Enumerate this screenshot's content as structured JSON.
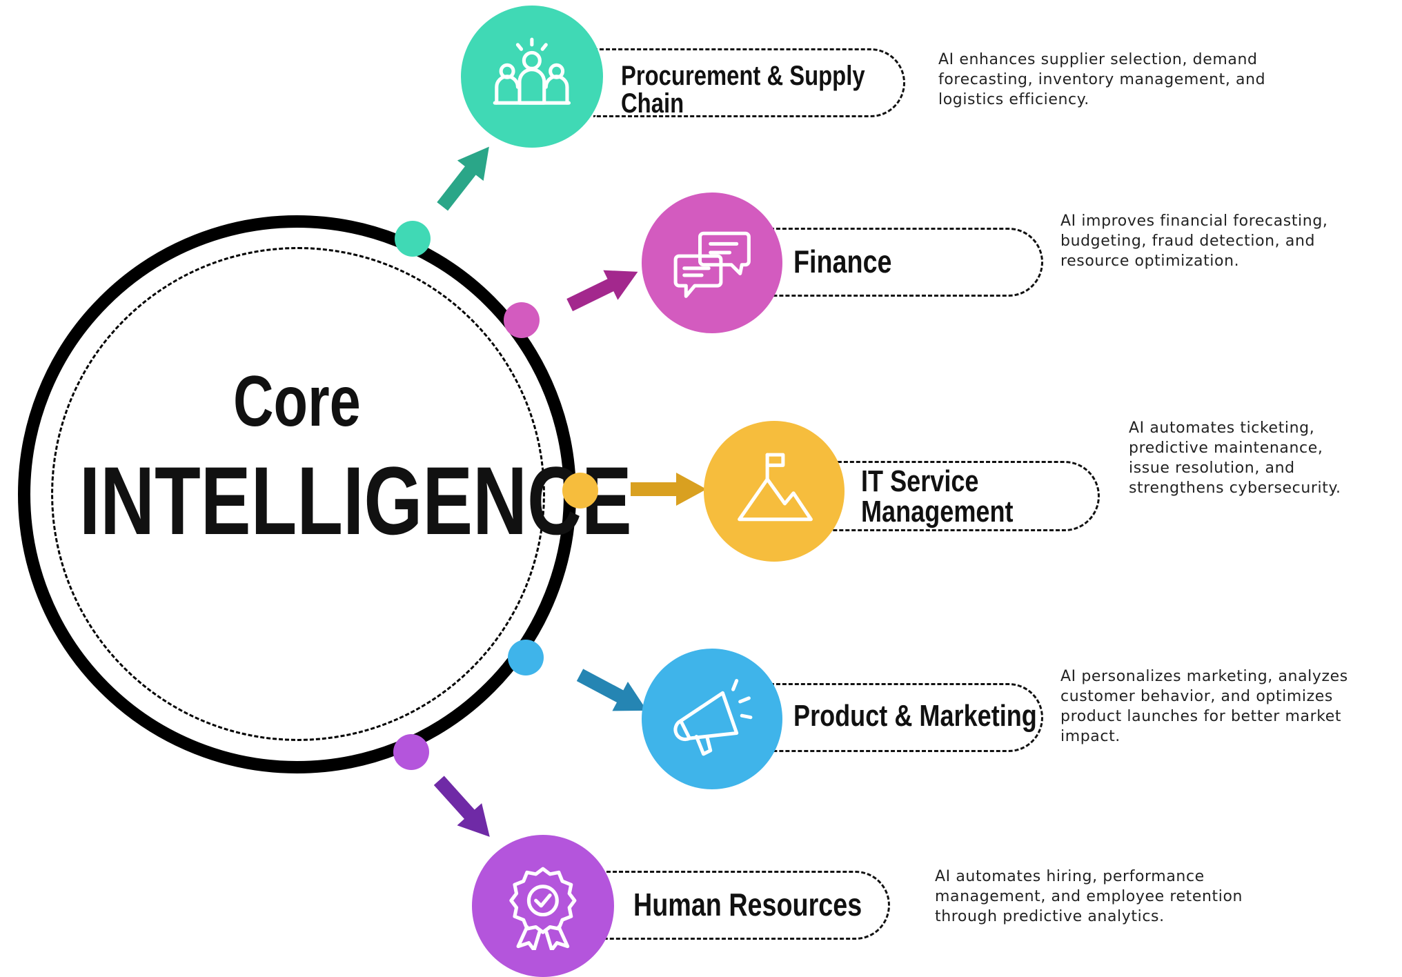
{
  "core": {
    "line1": "Core",
    "line2": "INTELLIGENCE"
  },
  "colors": {
    "procurement": "#40d9b5",
    "procurement_arrow": "#2aa688",
    "finance": "#d35bbf",
    "finance_arrow": "#a3288d",
    "it": "#f6bd3d",
    "it_arrow": "#d9a020",
    "product": "#3fb4ea",
    "product_arrow": "#2585b3",
    "hr": "#b455dc",
    "hr_arrow": "#6f2aa6"
  },
  "items": [
    {
      "id": "procurement",
      "label_lines": [
        "Procurement & Supply",
        "Chain"
      ],
      "icon": "team-icon",
      "description": "AI enhances supplier selection, demand forecasting, inventory management, and logistics efficiency."
    },
    {
      "id": "finance",
      "label_lines": [
        "Finance"
      ],
      "icon": "chat-bubbles-icon",
      "description": "AI improves financial forecasting, budgeting, fraud detection, and resource optimization."
    },
    {
      "id": "it",
      "label_lines": [
        "IT Service",
        "Management"
      ],
      "icon": "mountain-flag-icon",
      "description": "AI automates ticketing, predictive maintenance, issue resolution, and strengthens cybersecurity."
    },
    {
      "id": "product",
      "label_lines": [
        "Product & Marketing"
      ],
      "icon": "megaphone-icon",
      "description": "AI personalizes marketing, analyzes customer behavior, and optimizes product launches for better market impact."
    },
    {
      "id": "hr",
      "label_lines": [
        "Human Resources"
      ],
      "icon": "award-badge-icon",
      "description": "AI automates hiring, performance management, and employee retention through predictive analytics."
    }
  ]
}
